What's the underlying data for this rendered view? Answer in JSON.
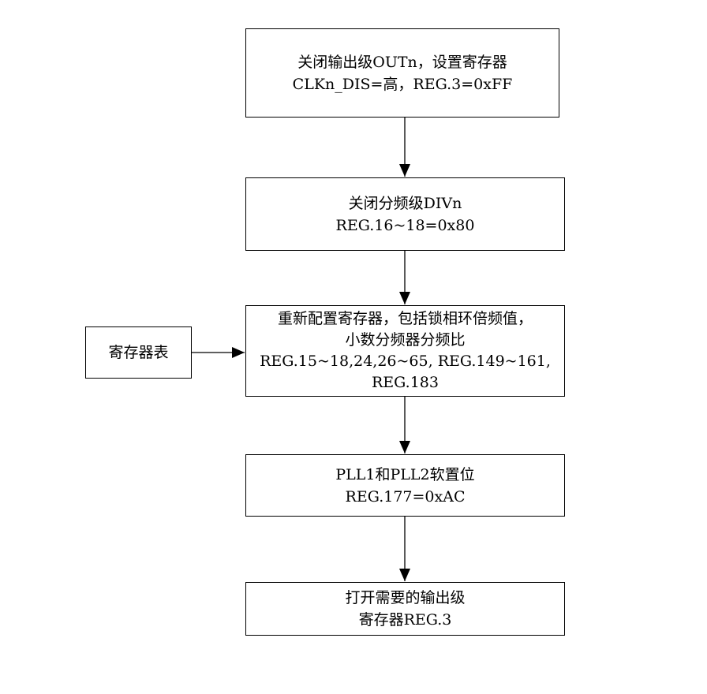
{
  "diagram": {
    "steps": [
      {
        "id": "step-1",
        "lines": [
          "关闭输出级OUTn，设置寄存器",
          "CLKn_DIS=高，REG.3=0xFF"
        ]
      },
      {
        "id": "step-2",
        "lines": [
          "关闭分频级DIVn",
          "REG.16~18=0x80"
        ]
      },
      {
        "id": "step-3",
        "lines": [
          "重新配置寄存器，包括锁相环倍频值，",
          "小数分频器分频比",
          "REG.15~18,24,26~65, REG.149~161,",
          "REG.183"
        ]
      },
      {
        "id": "step-4",
        "lines": [
          "PLL1和PLL2软置位",
          "REG.177=0xAC"
        ]
      },
      {
        "id": "step-5",
        "lines": [
          "打开需要的输出级",
          "寄存器REG.3"
        ]
      }
    ],
    "side_input": {
      "label": "寄存器表"
    },
    "colors": {
      "stroke": "#000000",
      "fill": "#ffffff",
      "text": "#000000"
    }
  }
}
